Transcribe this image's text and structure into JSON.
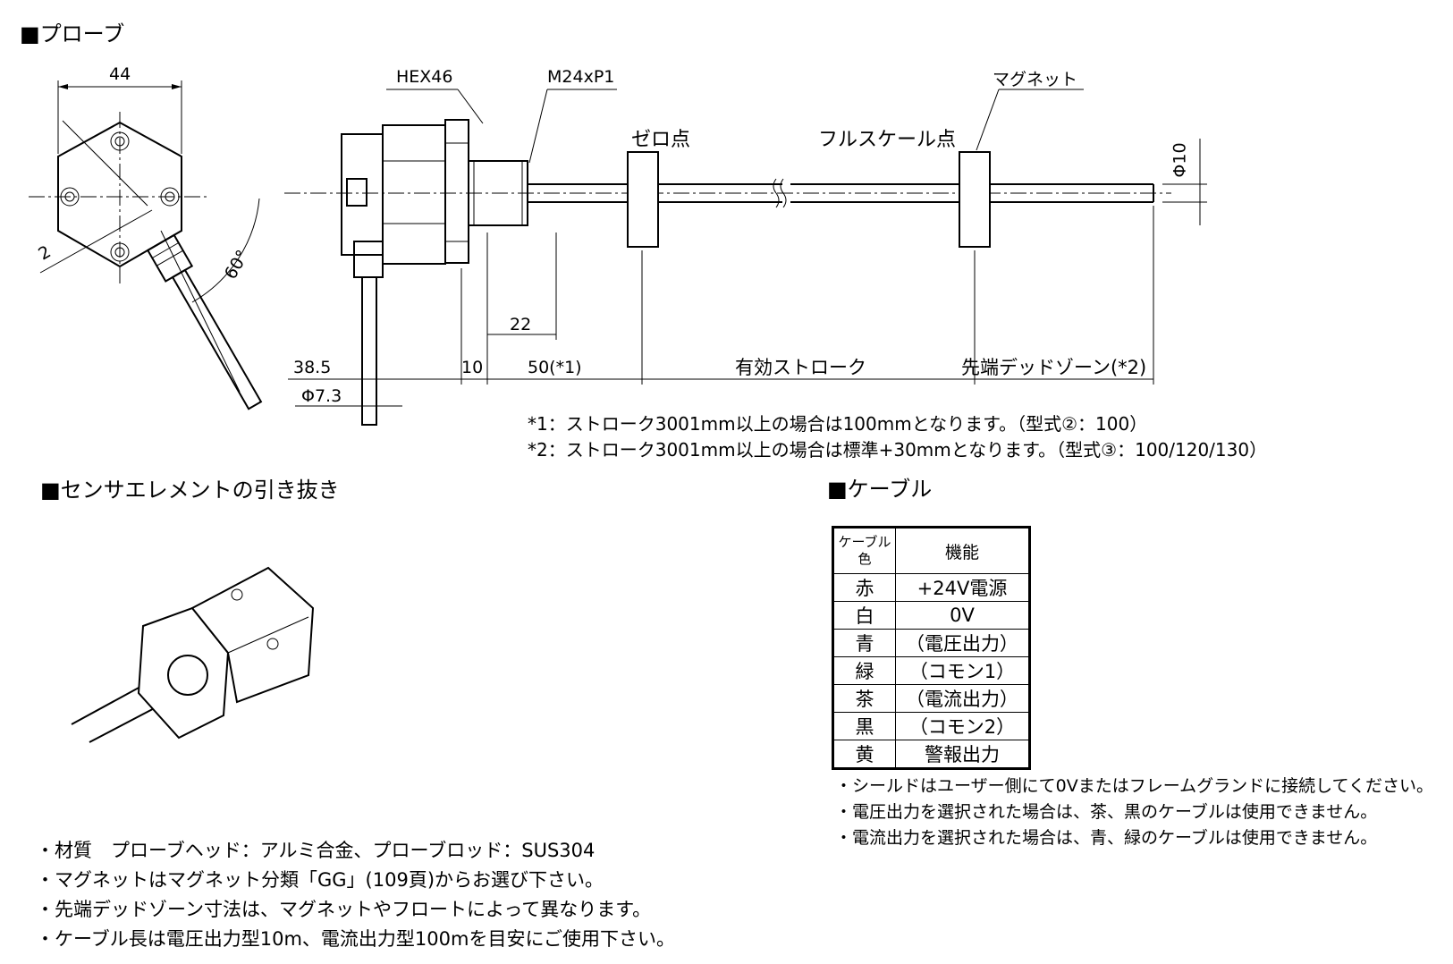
{
  "headings": {
    "probe": "■プローブ",
    "pullout": "■センサエレメントの引き抜き",
    "cable": "■ケーブル"
  },
  "dims": {
    "d44": "44",
    "d2": "2",
    "d60": "60°",
    "hex": "HEX46",
    "thread": "M24xP1",
    "zero": "ゼロ点",
    "fullscale": "フルスケール点",
    "magnet": "マグネット",
    "phi10": "Φ10",
    "d22": "22",
    "d385": "38.5",
    "d10": "10",
    "d50": "50(*1)",
    "stroke": "有効ストローク",
    "deadzone": "先端デッドゾーン(*2)",
    "phi73": "Φ7.3"
  },
  "footnotes": [
    "*1：ストローク3001mm以上の場合は100mmとなります。（型式②：100）",
    "*2：ストローク3001mm以上の場合は標準+30mmとなります。（型式③：100/120/130）"
  ],
  "cable_table": {
    "header": [
      "ケーブル色",
      "機能"
    ],
    "header_col1_lines": [
      "ケーブル",
      "色"
    ],
    "rows": [
      {
        "color": "赤",
        "function": "+24V電源"
      },
      {
        "color": "白",
        "function": "0V"
      },
      {
        "color": "青",
        "function": "（電圧出力）"
      },
      {
        "color": "緑",
        "function": "（コモン1）"
      },
      {
        "color": "茶",
        "function": "（電流出力）"
      },
      {
        "color": "黒",
        "function": "（コモン2）"
      },
      {
        "color": "黄",
        "function": "警報出力"
      }
    ]
  },
  "cable_notes": [
    "・シールドはユーザー側にて0Vまたはフレームグランドに接続してください。",
    "・電圧出力を選択された場合は、茶、黒のケーブルは使用できません。",
    "・電流出力を選択された場合は、青、緑のケーブルは使用できません。"
  ],
  "general_notes": [
    "・材質　プローブヘッド：アルミ合金、プローブロッド：SUS304",
    "・マグネットはマグネット分類「GG」(109頁)からお選び下さい。",
    "・先端デッドゾーン寸法は、マグネットやフロートによって異なります。",
    "・ケーブル長は電圧出力型10m、電流出力型100mを目安にご使用下さい。"
  ]
}
